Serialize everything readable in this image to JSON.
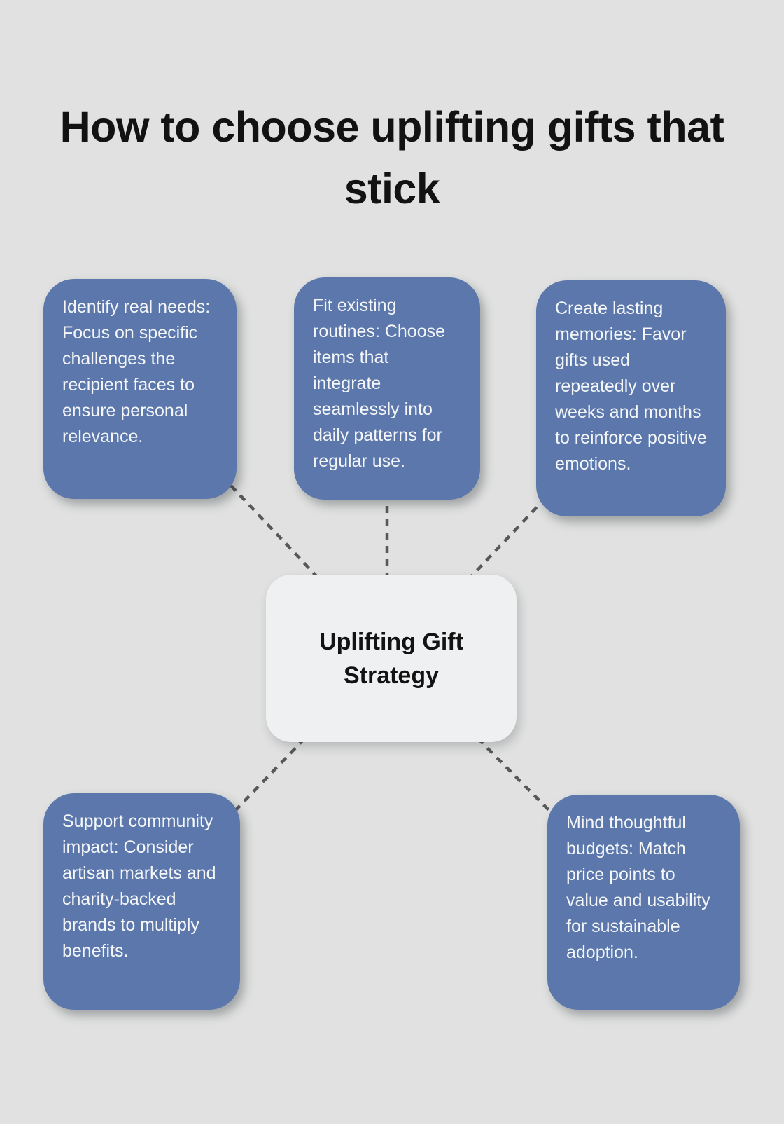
{
  "title": "How to choose uplifting gifts that stick",
  "center": {
    "label": "Uplifting Gift Strategy"
  },
  "nodes": [
    {
      "id": "identify-real-needs",
      "text": "Identify real needs: Focus on specific challenges the recipient faces to ensure personal relevance."
    },
    {
      "id": "fit-existing-routines",
      "text": "Fit existing routines: Choose items that integrate seamlessly into daily patterns for regular use."
    },
    {
      "id": "create-lasting-memories",
      "text": "Create lasting memories: Favor gifts used repeatedly over weeks and months to reinforce positive emotions."
    },
    {
      "id": "support-community-impact",
      "text": "Support community impact: Consider artisan markets and charity-backed brands to multiply benefits."
    },
    {
      "id": "mind-thoughtful-budgets",
      "text": "Mind thoughtful budgets: Match price points to value and usability for sustainable adoption."
    }
  ],
  "colors": {
    "background": "#e0e1e0",
    "node_fill": "#5b77ab",
    "node_text": "#f4f6f8",
    "center_fill": "#eff0f2",
    "center_text": "#131313",
    "connector": "#585858",
    "title_text": "#121212"
  }
}
